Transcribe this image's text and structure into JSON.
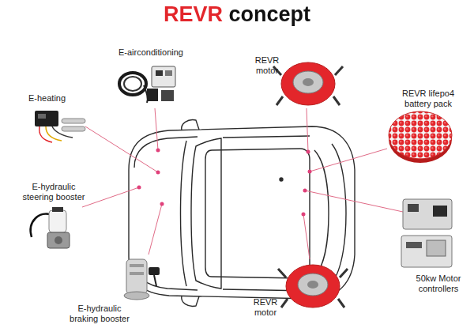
{
  "diagram": {
    "title": "REVR concept",
    "labels": [
      "E-airconditioning",
      "REVR motor",
      "REVR lifepo4 battery pack",
      "E-heating",
      "E-hydraulic steering booster",
      "50kw Motor controllers",
      "REVR motor",
      "E-hydraulic braking booster"
    ]
  }
}
